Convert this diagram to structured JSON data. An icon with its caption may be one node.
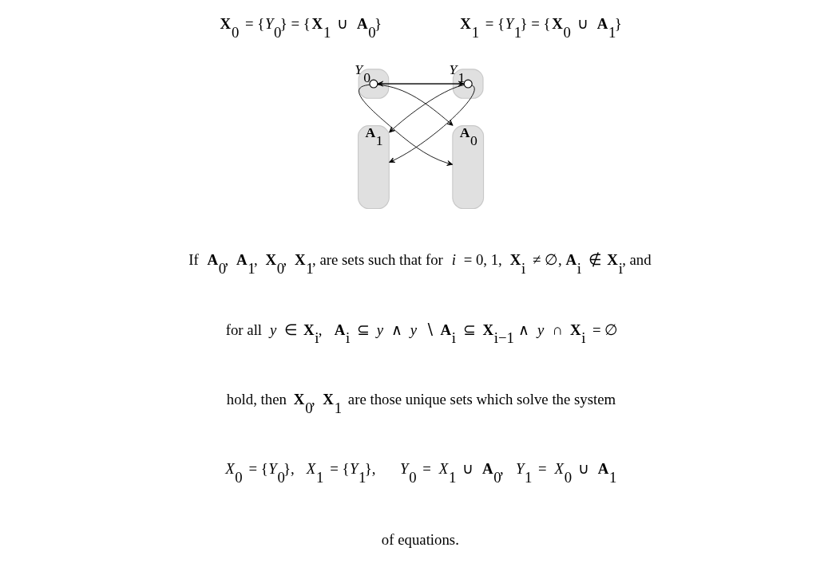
{
  "diagram": {
    "nodes": [
      {
        "text": [],
        "shape": "box"
      },
      {
        "text": [
          "*Y*$_{0}$"
        ],
        "in": 0
      },
      {
        "text": [],
        "shape": "box"
      },
      {
        "text": [
          "*Y*$_{1}$"
        ],
        "in": 2
      },
      {
        "text": [
          "**A**$_{1}$"
        ]
      },
      {
        "text": [
          "**A**$_{0}$"
        ]
      }
    ],
    "edges": [
      {
        "from": 3,
        "to": 1,
        "arrow": "to"
      },
      {
        "from": 1,
        "to": 3,
        "arrow": "to"
      },
      {
        "from": 1,
        "to": 5,
        "arrow": "to"
      },
      {
        "from": 1,
        "to": 5,
        "arrow": "to"
      },
      {
        "from": 3,
        "to": 4,
        "arrow": "to"
      },
      {
        "from": 3,
        "to": 4,
        "arrow": "to"
      }
    ],
    "labels": [
      "**X**$_{0}$ = {*Y*$_{0}$} = {**X**$_{1}$ ∪ **A**$_{0}$}",
      "**X**$_{1}$ = {*Y*$_{1}$} = {**X**$_{0}$ ∪ **A**$_{1}$}",
      "If **A**$_{0}$, **A**$_{1}$, **X**$_{0}$, **X**$_{1}$, are sets such that for *i* = 0, 1, **X**$_{i}$ ≠ ∅, **A**$_{i}$ ∉ **X**$_{i}$, and",
      "for all *y* ∈ **X**$_{i}$,  **A**$_{i}$ ⊆ *y* ∧ *y* ∖ **A**$_{i}$ ⊆ **X**$_{i−1}$ ∧ *y* ∩ **X**$_{i}$ = ∅",
      "hold, then **X**$_{0}$, **X**$_{1}$ are those unique sets which solve the system",
      "*X*$_{0}$ = {*Y*$_{0}$},  *X*$_{1}$ = {*Y*$_{1}$},     *Y*$_{0}$ = *X*$_{1}$ ∪ **A**$_{0}$,  *Y*$_{1}$ = *X*$_{0}$ ∪ **A**$_{1}$",
      "of equations."
    ]
  }
}
